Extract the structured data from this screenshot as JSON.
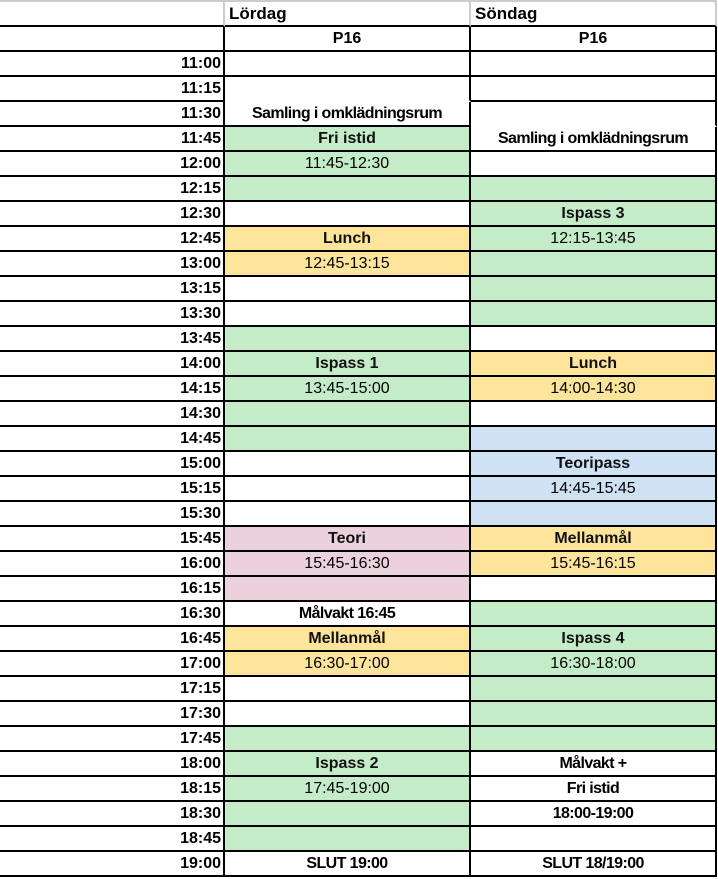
{
  "header": {
    "day1": "Lördag",
    "day2": "Söndag",
    "group1": "P16",
    "group2": "P16"
  },
  "colors": {
    "green": "#c4ecc9",
    "yellow": "#ffe49b",
    "pink": "#ead1dc",
    "blue": "#cfe2f3"
  },
  "rows": [
    {
      "time": "11:00",
      "sat": {
        "text": "",
        "color": "white"
      },
      "sun": {
        "text": "",
        "color": "white"
      }
    },
    {
      "time": "11:15",
      "sat": {
        "text": "",
        "color": "white",
        "merge_down": true
      },
      "sun": {
        "text": "",
        "color": "white"
      }
    },
    {
      "time": "11:30",
      "sat": {
        "text": "Samling i omklädningsrum",
        "color": "white",
        "style": "heavy"
      },
      "sun": {
        "text": "",
        "color": "white",
        "merge_down": true
      }
    },
    {
      "time": "11:45",
      "sat": {
        "text": "Fri istid",
        "color": "green",
        "style": "b"
      },
      "sun": {
        "text": "Samling i omklädningsrum",
        "color": "white",
        "style": "heavy"
      }
    },
    {
      "time": "12:00",
      "sat": {
        "text": "11:45-12:30",
        "color": "green"
      },
      "sun": {
        "text": "",
        "color": "white"
      }
    },
    {
      "time": "12:15",
      "sat": {
        "text": "",
        "color": "green"
      },
      "sun": {
        "text": "",
        "color": "green"
      }
    },
    {
      "time": "12:30",
      "sat": {
        "text": "",
        "color": "white"
      },
      "sun": {
        "text": "Ispass 3",
        "color": "green",
        "style": "b"
      }
    },
    {
      "time": "12:45",
      "sat": {
        "text": "Lunch",
        "color": "yellow",
        "style": "b"
      },
      "sun": {
        "text": "12:15-13:45",
        "color": "green"
      }
    },
    {
      "time": "13:00",
      "sat": {
        "text": "12:45-13:15",
        "color": "yellow"
      },
      "sun": {
        "text": "",
        "color": "green"
      }
    },
    {
      "time": "13:15",
      "sat": {
        "text": "",
        "color": "white"
      },
      "sun": {
        "text": "",
        "color": "green"
      }
    },
    {
      "time": "13:30",
      "sat": {
        "text": "",
        "color": "white"
      },
      "sun": {
        "text": "",
        "color": "green"
      }
    },
    {
      "time": "13:45",
      "sat": {
        "text": "",
        "color": "green"
      },
      "sun": {
        "text": "",
        "color": "white"
      }
    },
    {
      "time": "14:00",
      "sat": {
        "text": "Ispass 1",
        "color": "green",
        "style": "b"
      },
      "sun": {
        "text": "Lunch",
        "color": "yellow",
        "style": "b"
      }
    },
    {
      "time": "14:15",
      "sat": {
        "text": "13:45-15:00",
        "color": "green"
      },
      "sun": {
        "text": "14:00-14:30",
        "color": "yellow"
      }
    },
    {
      "time": "14:30",
      "sat": {
        "text": "",
        "color": "green"
      },
      "sun": {
        "text": "",
        "color": "white"
      }
    },
    {
      "time": "14:45",
      "sat": {
        "text": "",
        "color": "green"
      },
      "sun": {
        "text": "",
        "color": "blue"
      }
    },
    {
      "time": "15:00",
      "sat": {
        "text": "",
        "color": "white"
      },
      "sun": {
        "text": "Teoripass",
        "color": "blue",
        "style": "b"
      }
    },
    {
      "time": "15:15",
      "sat": {
        "text": "",
        "color": "white"
      },
      "sun": {
        "text": "14:45-15:45",
        "color": "blue"
      }
    },
    {
      "time": "15:30",
      "sat": {
        "text": "",
        "color": "white"
      },
      "sun": {
        "text": "",
        "color": "blue"
      }
    },
    {
      "time": "15:45",
      "sat": {
        "text": "Teori",
        "color": "pink",
        "style": "b"
      },
      "sun": {
        "text": "Mellanmål",
        "color": "yellow",
        "style": "b"
      }
    },
    {
      "time": "16:00",
      "sat": {
        "text": "15:45-16:30",
        "color": "pink"
      },
      "sun": {
        "text": "15:45-16:15",
        "color": "yellow"
      }
    },
    {
      "time": "16:15",
      "sat": {
        "text": "",
        "color": "pink"
      },
      "sun": {
        "text": "",
        "color": "white"
      }
    },
    {
      "time": "16:30",
      "sat": {
        "text": "Målvakt 16:45",
        "color": "white",
        "style": "heavy"
      },
      "sun": {
        "text": "",
        "color": "green"
      }
    },
    {
      "time": "16:45",
      "sat": {
        "text": "Mellanmål",
        "color": "yellow",
        "style": "b"
      },
      "sun": {
        "text": "Ispass 4",
        "color": "green",
        "style": "b"
      }
    },
    {
      "time": "17:00",
      "sat": {
        "text": "16:30-17:00",
        "color": "yellow"
      },
      "sun": {
        "text": "16:30-18:00",
        "color": "green"
      }
    },
    {
      "time": "17:15",
      "sat": {
        "text": "",
        "color": "white"
      },
      "sun": {
        "text": "",
        "color": "green"
      }
    },
    {
      "time": "17:30",
      "sat": {
        "text": "",
        "color": "white"
      },
      "sun": {
        "text": "",
        "color": "green"
      }
    },
    {
      "time": "17:45",
      "sat": {
        "text": "",
        "color": "green"
      },
      "sun": {
        "text": "",
        "color": "green"
      }
    },
    {
      "time": "18:00",
      "sat": {
        "text": "Ispass 2",
        "color": "green",
        "style": "b"
      },
      "sun": {
        "text": "Målvakt +",
        "color": "white",
        "style": "heavy"
      }
    },
    {
      "time": "18:15",
      "sat": {
        "text": "17:45-19:00",
        "color": "green"
      },
      "sun": {
        "text": "Fri istid",
        "color": "white",
        "style": "heavy"
      }
    },
    {
      "time": "18:30",
      "sat": {
        "text": "",
        "color": "green"
      },
      "sun": {
        "text": "18:00-19:00",
        "color": "white",
        "style": "heavy"
      }
    },
    {
      "time": "18:45",
      "sat": {
        "text": "",
        "color": "green"
      },
      "sun": {
        "text": "",
        "color": "white"
      }
    },
    {
      "time": "19:00",
      "sat": {
        "text": "SLUT 19:00",
        "color": "white",
        "style": "heavy"
      },
      "sun": {
        "text": "SLUT 18/19:00",
        "color": "white",
        "style": "heavy"
      }
    }
  ]
}
